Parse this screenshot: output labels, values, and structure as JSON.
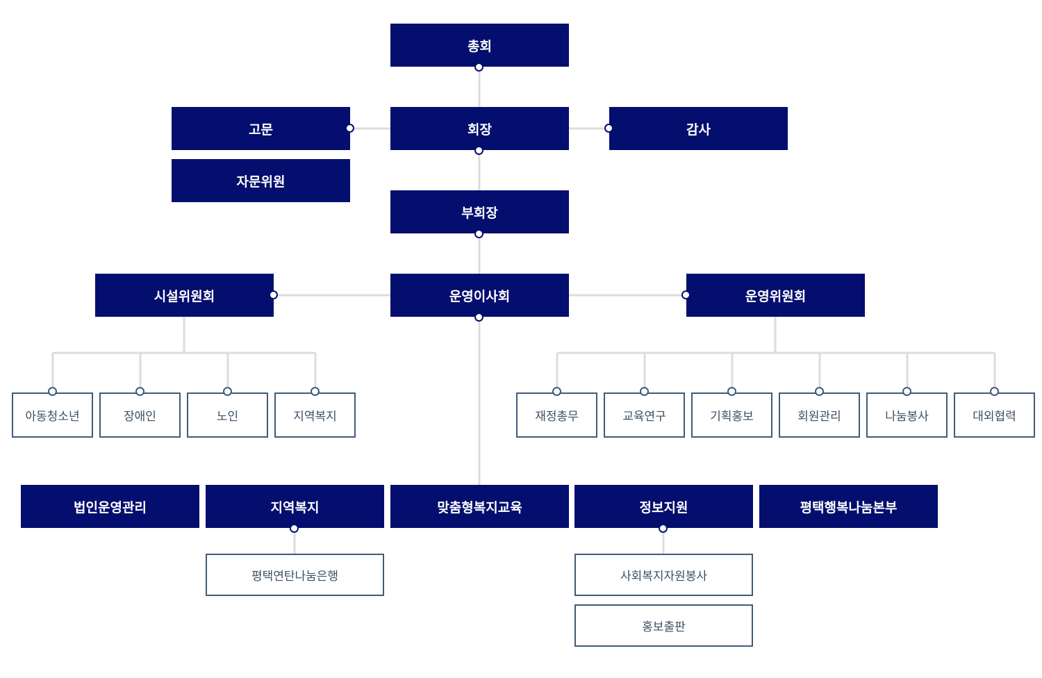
{
  "top": {
    "general_assembly": "총회",
    "president": "회장",
    "vice_president": "부회장",
    "board": "운영이사회"
  },
  "advisors": {
    "advisor": "고문",
    "advisory_committee": "자문위원",
    "auditor": "감사"
  },
  "facility_committee": {
    "title": "시설위원회",
    "items": [
      "아동청소년",
      "장애인",
      "노인",
      "지역복지"
    ]
  },
  "operating_committee": {
    "title": "운영위원회",
    "items": [
      "재정총무",
      "교육연구",
      "기획홍보",
      "회원관리",
      "나눔봉사",
      "대외협력"
    ]
  },
  "departments": {
    "items": [
      "법인운영관리",
      "지역복지",
      "맞춤형복지교육",
      "정보지원",
      "평택행복나눔본부"
    ],
    "regional_sub": [
      "평택연탄나눔은행"
    ],
    "info_sub": [
      "사회복지자원봉사",
      "홍보출판"
    ]
  }
}
